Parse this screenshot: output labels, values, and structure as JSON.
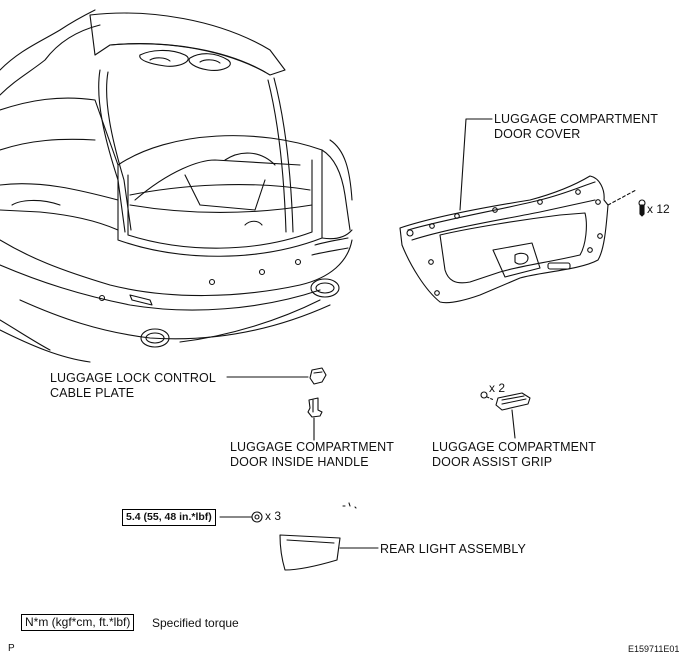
{
  "labels": {
    "door_cover": [
      "LUGGAGE COMPARTMENT",
      "DOOR COVER"
    ],
    "lock_plate": [
      "LUGGAGE LOCK CONTROL",
      "CABLE PLATE"
    ],
    "inside_handle": [
      "LUGGAGE COMPARTMENT",
      "DOOR INSIDE HANDLE"
    ],
    "assist_grip": [
      "LUGGAGE COMPARTMENT",
      "DOOR ASSIST GRIP"
    ],
    "rear_light": "REAR LIGHT ASSEMBLY"
  },
  "quantities": {
    "clips": "x 12",
    "screws": "x 2",
    "nuts": "x 3"
  },
  "torque": {
    "value": "5.4 (55, 48 in.*lbf)"
  },
  "legend": {
    "box": "N*m (kgf*cm, ft.*lbf)",
    "text": "Specified torque"
  },
  "footer": {
    "left": "P",
    "figure_code": "E159711E01"
  }
}
